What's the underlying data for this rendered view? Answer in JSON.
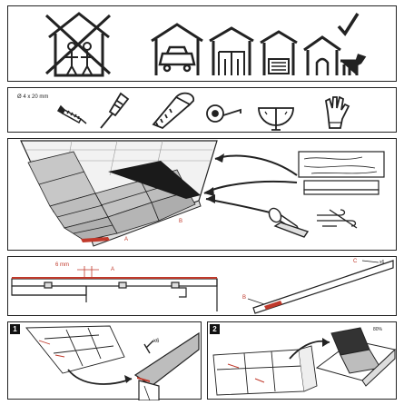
{
  "screw_spec": "Ø 4 x 20 mm",
  "detail": {
    "gap": "6 mm",
    "label_a": "A",
    "label_b": "B",
    "label_c": "C",
    "c_count": "x6"
  },
  "roof": {
    "label_a": "A",
    "label_b": "B"
  },
  "steps": {
    "step1": "1",
    "step1_count": "x6",
    "step2": "2",
    "step2_size": "80%"
  },
  "colors": {
    "check": "#222222",
    "cross": "#222222",
    "accent_red": "#c0392b"
  },
  "icons": [
    "house-x-icon",
    "garage-icon",
    "pergola-icon",
    "woodshed-icon",
    "doghouse-icon",
    "checkmark-icon",
    "screw-icon",
    "screwdriver-icon",
    "saw-icon",
    "tape-measure-icon",
    "protractor-icon",
    "gloves-icon"
  ]
}
